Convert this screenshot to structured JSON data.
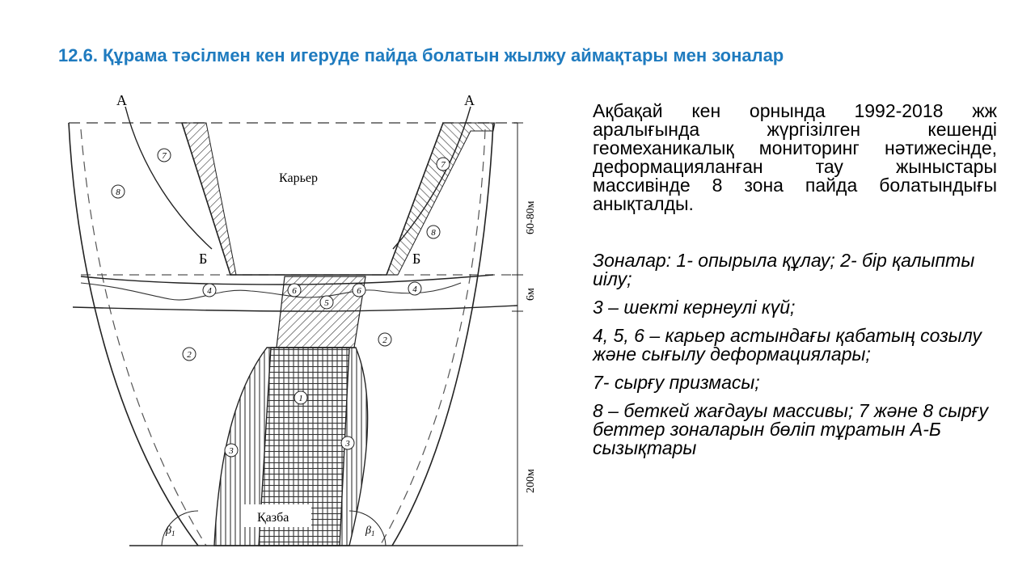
{
  "title": "12.6. Құрама тәсілмен кен игеруде пайда болатын  жылжу аймақтары мен зоналар",
  "diagram": {
    "label_A_left": "А",
    "label_A_right": "А",
    "label_B_left": "Б",
    "label_B_right": "Б",
    "pit_label": "Карьер",
    "excavation_label": "Қазба",
    "dim_top": "60-80м",
    "dim_middle": "6м",
    "dim_bottom": "200м",
    "beta_left": "β",
    "beta_right": "β",
    "beta_subscript": "1",
    "zone_numbers": [
      "1",
      "2",
      "2",
      "3",
      "3",
      "4",
      "4",
      "5",
      "6",
      "6",
      "7",
      "7",
      "8",
      "8"
    ]
  },
  "text": {
    "intro": "Ақбақай кен орнында  1992-2018 жж аралығында жүргізілген кешенді геомеханикалық мониторинг нәтижесінде, деформацияланған тау жыныстары массивінде 8 зона пайда болатындығы анықталды.",
    "zones": [
      "Зоналар: 1- опырыла құлау; 2- бір қалыпты иілу;",
      "3 – шекті кернеулі күй;",
      "4, 5, 6 – карьер астындағы қабатың созылу және сығылу деформациялары;",
      "7- сырғу призмасы;",
      "8 – беткей жағдауы массивы; 7 және 8 сырғу беттер зоналарын бөліп тұратын А-Б сызықтары"
    ]
  }
}
